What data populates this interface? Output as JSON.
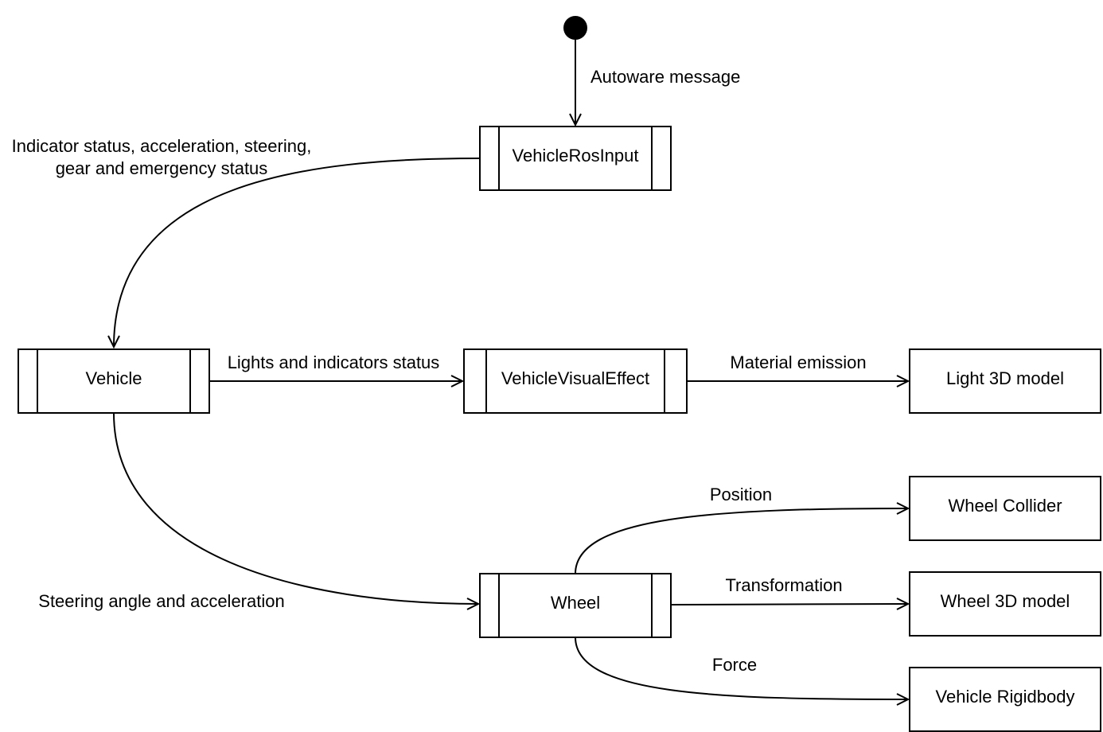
{
  "diagram": {
    "nodes": {
      "vehicle_ros_input": "VehicleRosInput",
      "vehicle": "Vehicle",
      "vehicle_visual_effect": "VehicleVisualEffect",
      "light_3d_model": "Light 3D model",
      "wheel": "Wheel",
      "wheel_collider": "Wheel Collider",
      "wheel_3d_model": "Wheel 3D model",
      "vehicle_rigidbody": "Vehicle Rigidbody"
    },
    "edges": {
      "autoware_message": "Autoware message",
      "ros_input_to_vehicle_line1": "Indicator status, acceleration, steering,",
      "ros_input_to_vehicle_line2": "gear and emergency status",
      "lights_and_indicators": "Lights and indicators status",
      "material_emission": "Material emission",
      "steering_and_acceleration": "Steering angle and acceleration",
      "position": "Position",
      "transformation": "Transformation",
      "force": "Force"
    },
    "colors": {
      "stroke": "#000000",
      "background": "#ffffff"
    }
  }
}
